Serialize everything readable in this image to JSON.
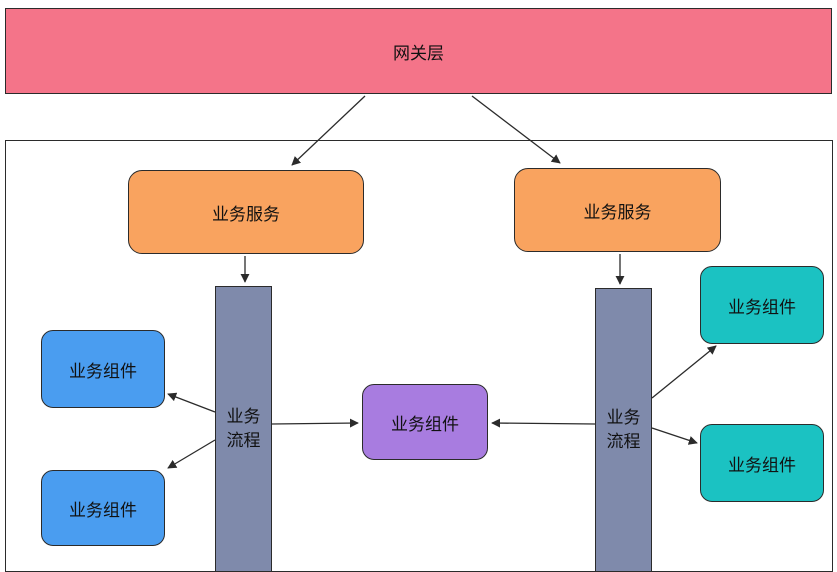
{
  "gateway": {
    "label": "网关层"
  },
  "services": {
    "left": "业务服务",
    "right": "业务服务"
  },
  "flows": {
    "left": [
      "业务",
      "流程"
    ],
    "right": [
      "业务",
      "流程"
    ]
  },
  "components": {
    "left_top": "业务组件",
    "left_bottom": "业务组件",
    "middle": "业务组件",
    "right_top": "业务组件",
    "right_bottom": "业务组件"
  },
  "colors": {
    "gateway": "#f47489",
    "service": "#f9a35f",
    "flow": "#7f8aab",
    "component_blue": "#4a9df0",
    "component_purple": "#a87ce0",
    "component_teal": "#1bc2c2"
  }
}
